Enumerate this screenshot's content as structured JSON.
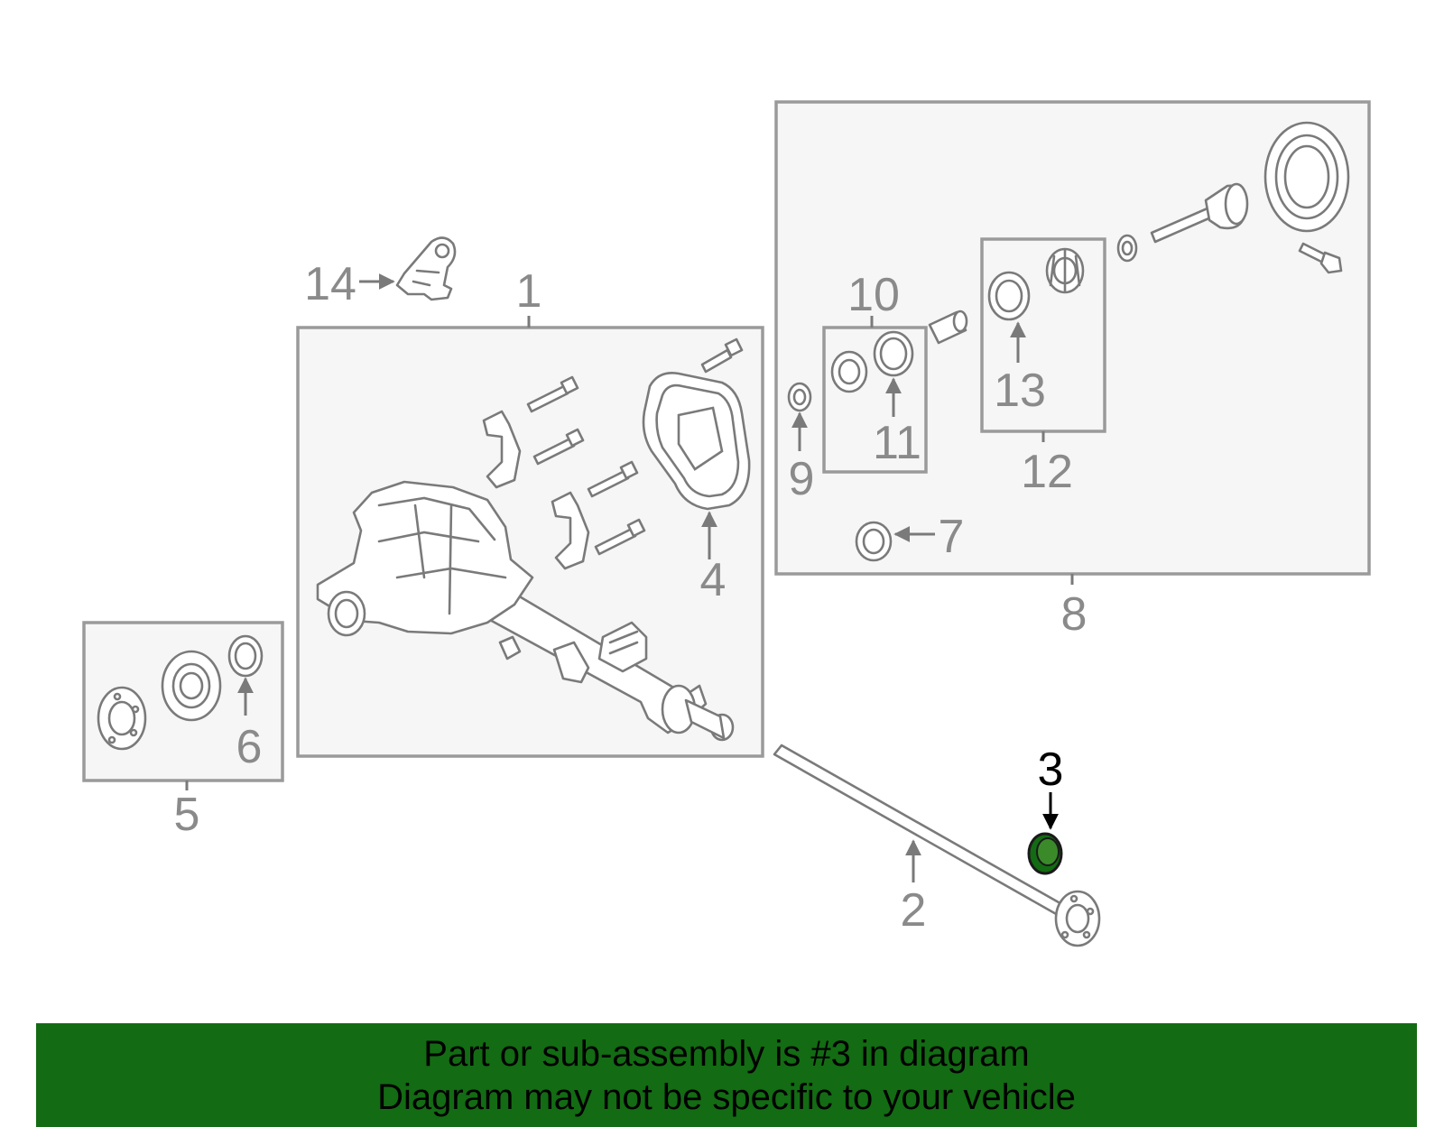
{
  "callouts": {
    "c1": "1",
    "c2": "2",
    "c3": "3",
    "c4": "4",
    "c5": "5",
    "c6": "6",
    "c7": "7",
    "c8": "8",
    "c9": "9",
    "c10": "10",
    "c11": "11",
    "c12": "12",
    "c13": "13",
    "c14": "14"
  },
  "highlighted_part": "3",
  "colors": {
    "highlight": "#136b13",
    "banner": "#136b13",
    "line": "#7a7a7a"
  },
  "banner": {
    "line1": "Part or sub-assembly is #3 in diagram",
    "line2": "Diagram may not be specific to your vehicle"
  }
}
